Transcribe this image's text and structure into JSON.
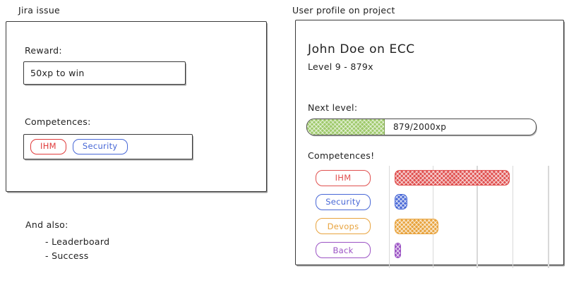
{
  "left_panel": {
    "caption": "Jira issue",
    "reward_label": "Reward:",
    "reward_value": "50xp to win",
    "competences_label": "Competences:",
    "tags": [
      {
        "label": "IHM",
        "color": "#e03b3b"
      },
      {
        "label": "Security",
        "color": "#4767d6"
      }
    ]
  },
  "also": {
    "title": "And also:",
    "items": [
      "- Leaderboard",
      "- Success"
    ]
  },
  "right_panel": {
    "caption": "User profile on project",
    "profile_name": "John Doe on ECC",
    "profile_level": "Level 9 - 879x",
    "next_level_label": "Next level:",
    "progress": {
      "label": "879/2000xp",
      "current_xp": 879,
      "target_xp": 2000,
      "fill_percent": 34,
      "fill_color": "#9ec96a"
    },
    "competences_label": "Competences!"
  },
  "chart_data": {
    "type": "bar",
    "orientation": "horizontal",
    "title": "Competences!",
    "categories": [
      "IHM",
      "Security",
      "Devops",
      "Back"
    ],
    "values": [
      71,
      8,
      27,
      4
    ],
    "xlabel": "",
    "ylabel": "",
    "xlim": [
      0,
      100
    ],
    "grid": true,
    "gridline_positions": [
      0,
      27,
      54,
      76,
      98
    ],
    "legend": "none",
    "colors": [
      "#e0504f",
      "#4767d6",
      "#e8a33d",
      "#9b53c4"
    ],
    "series": [
      {
        "name": "IHM",
        "value": 71,
        "color": "#e0504f"
      },
      {
        "name": "Security",
        "value": 8,
        "color": "#4767d6"
      },
      {
        "name": "Devops",
        "value": 27,
        "color": "#e8a33d"
      },
      {
        "name": "Back",
        "value": 4,
        "color": "#9b53c4"
      }
    ]
  }
}
